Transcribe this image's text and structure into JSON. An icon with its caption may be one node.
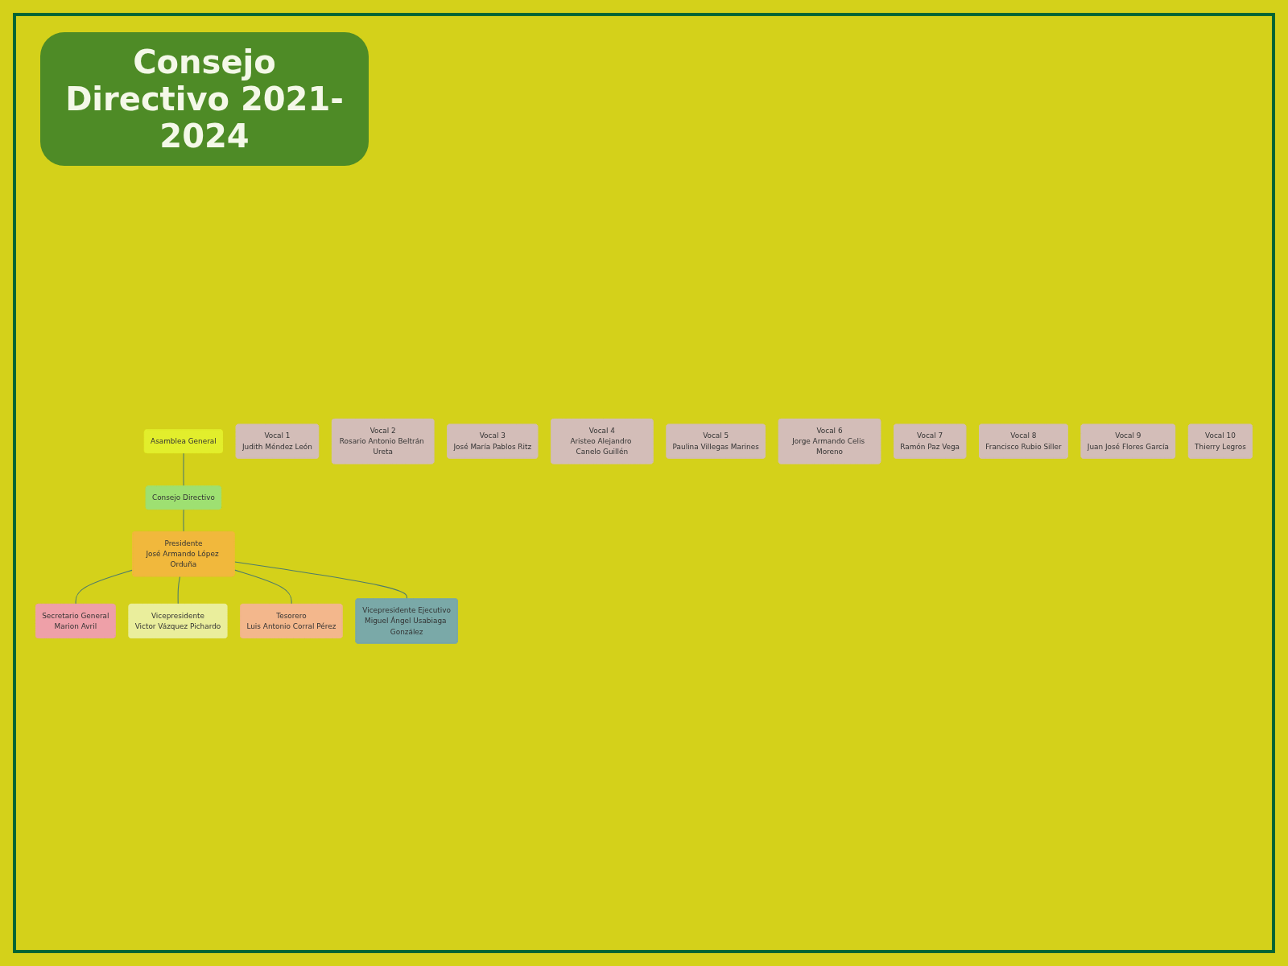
{
  "diagram": {
    "title": "Consejo Directivo 2021-2024",
    "nodes": [
      {
        "text": [
          "Asamblea General"
        ]
      },
      {
        "text": [
          "Consejo Directivo"
        ]
      },
      {
        "text": [
          "Presidente",
          "José Armando López Orduña"
        ]
      },
      {
        "text": [
          "Secretario General",
          "Marion Avril"
        ]
      },
      {
        "text": [
          "Vicepresidente",
          "Victor Vázquez Pichardo"
        ]
      },
      {
        "text": [
          "Tesorero",
          "Luis Antonio Corral Pérez"
        ]
      },
      {
        "text": [
          "Vicepresidente Ejecutivo",
          "Miguel Ángel Usabiaga González"
        ]
      },
      {
        "text": [
          "Vocal 1",
          "Judith Méndez León"
        ]
      },
      {
        "text": [
          "Vocal 2",
          "Rosario Antonio Beltrán Ureta"
        ]
      },
      {
        "text": [
          "Vocal 3",
          "José María Pablos Ritz"
        ]
      },
      {
        "text": [
          "Vocal 4",
          "Aristeo Alejandro Canelo Guillén"
        ]
      },
      {
        "text": [
          "Vocal 5",
          "Paulina Villegas Marines"
        ]
      },
      {
        "text": [
          "Vocal 6",
          "Jorge Armando Celis Moreno"
        ]
      },
      {
        "text": [
          "Vocal 7",
          "Ramón Paz Vega"
        ]
      },
      {
        "text": [
          "Vocal 8",
          "Francisco Rubio Siller"
        ]
      },
      {
        "text": [
          "Vocal 9",
          "Juan José Flores García"
        ]
      },
      {
        "text": [
          "Vocal 10",
          "Thierry Legros"
        ]
      }
    ],
    "edges": [
      {
        "from": 0,
        "to": 1,
        "arrow": "none"
      },
      {
        "from": 1,
        "to": 2,
        "arrow": "none"
      },
      {
        "from": 2,
        "to": 3,
        "arrow": "none"
      },
      {
        "from": 2,
        "to": 4,
        "arrow": "none"
      },
      {
        "from": 2,
        "to": 5,
        "arrow": "none"
      },
      {
        "from": 2,
        "to": 6,
        "arrow": "none"
      }
    ]
  }
}
